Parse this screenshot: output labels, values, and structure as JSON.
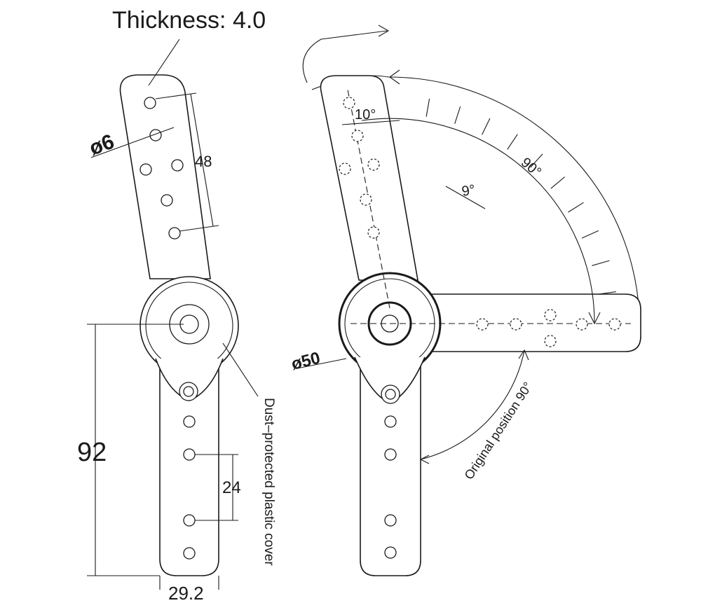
{
  "labels": {
    "thickness": "Thickness: 4.0",
    "hole_diameter": "ø6",
    "hole_span": "48",
    "length": "92",
    "hole_pitch": "24",
    "width": "29.2",
    "cover_note": "Dust–protected plastic cover",
    "outer_diameter": "ø50",
    "angle_10": "10°",
    "angle_9": "9°",
    "angle_90": "90°",
    "original_position": "Original position 90°"
  }
}
